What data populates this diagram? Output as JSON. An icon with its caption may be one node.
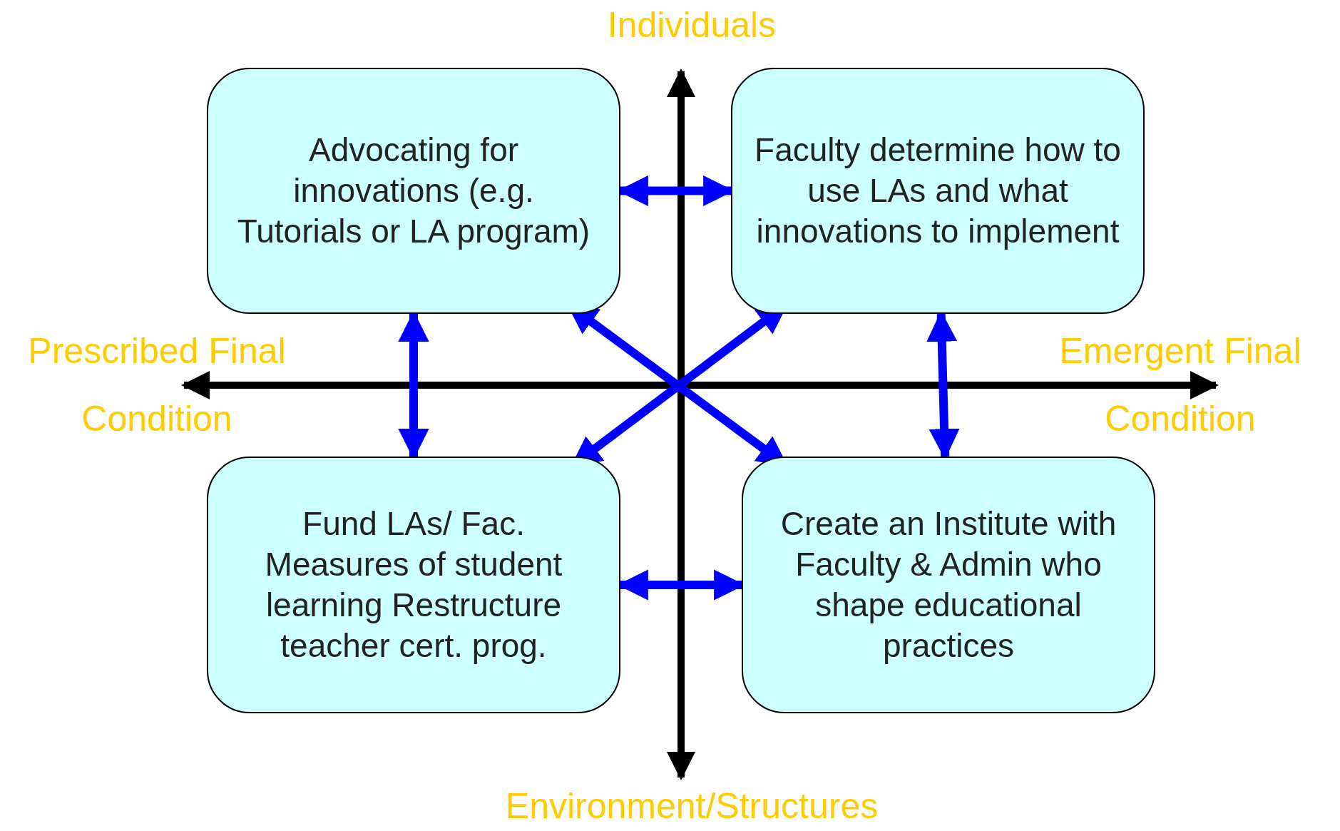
{
  "diagram": {
    "nodes": [
      {
        "text": [
          "Advocating for innovations (e.g. Tutorials or LA program)"
        ]
      },
      {
        "text": [
          "Faculty determine how to use LAs and what innovations to implement"
        ]
      },
      {
        "text": [
          "Fund LAs/ Fac. Measures of student learning Restructure teacher cert. prog."
        ]
      },
      {
        "text": [
          "Create an Institute with Faculty & Admin who shape educational practices"
        ]
      }
    ],
    "edges": [
      {
        "from": 0,
        "to": 1,
        "arrow": "both"
      },
      {
        "from": 0,
        "to": 2,
        "arrow": "both"
      },
      {
        "from": 1,
        "to": 3,
        "arrow": "both"
      },
      {
        "from": 2,
        "to": 3,
        "arrow": "both"
      },
      {
        "from": 0,
        "to": 3,
        "arrow": "both"
      },
      {
        "from": 2,
        "to": 1,
        "arrow": "both"
      }
    ],
    "labels": [
      "Individuals",
      "Prescribed Final Condition",
      "Emergent Final Condition",
      "Environment/Structures"
    ]
  }
}
